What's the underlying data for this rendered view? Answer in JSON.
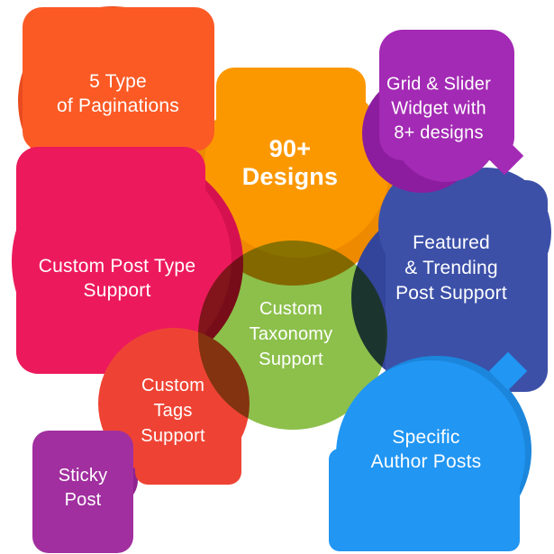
{
  "canvas": {
    "background": "#ffffff",
    "text_color": "#ffffff"
  },
  "bubbles": {
    "designs": {
      "lines": [
        "90+",
        "Designs"
      ],
      "color": "#FB9800",
      "dark_color": "#EE8A00"
    },
    "paginations": {
      "lines": [
        "5 Type",
        "of Paginations"
      ],
      "color": "#FB5A25",
      "dark_color": "#E84B1F"
    },
    "grid_slider": {
      "lines": [
        "Grid & Slider",
        "Widget with",
        "8+ designs"
      ],
      "color": "#A32AB4",
      "dark_color": "#8C1D9E"
    },
    "featured": {
      "lines": [
        "Featured",
        "& Trending",
        "Post Support"
      ],
      "color": "#3C50A8",
      "dark_color": "#33459B"
    },
    "post_type": {
      "lines": [
        "Custom Post Type",
        "Support"
      ],
      "color": "#EC1A5C",
      "dark_color": "#D61150"
    },
    "taxonomy": {
      "lines": [
        "Custom",
        "Taxonomy",
        "Support"
      ],
      "color": "#8CC04B"
    },
    "tags": {
      "lines": [
        "Custom",
        "Tags",
        "Support"
      ],
      "color": "#EE4334"
    },
    "sticky": {
      "lines": [
        "Sticky",
        "Post"
      ],
      "color": "#A12F9F",
      "dark_color": "#8F2490"
    },
    "author": {
      "lines": [
        "Specific",
        "Author Posts"
      ],
      "color": "#2196F3",
      "dark_color": "#1B86DC"
    }
  }
}
